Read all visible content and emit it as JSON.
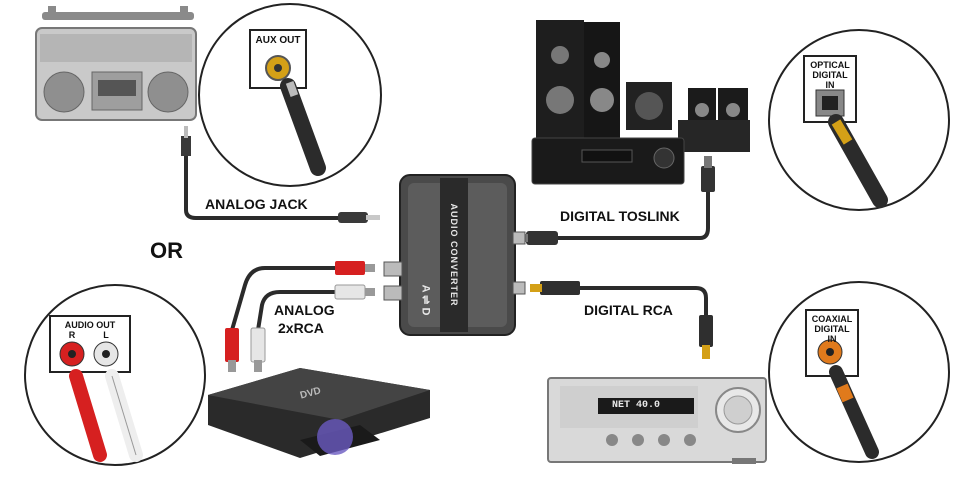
{
  "labels": {
    "analog_jack": "ANALOG JACK",
    "or": "OR",
    "analog": "ANALOG",
    "two_rca": "2xRCA",
    "digital_toslink": "DIGITAL TOSLINK",
    "digital_rca": "DIGITAL RCA"
  },
  "callouts": {
    "aux_out": "AUX OUT",
    "optical": [
      "OPTICAL",
      "DIGITAL",
      "IN"
    ],
    "coaxial": [
      "COAXIAL",
      "DIGITAL",
      "IN"
    ],
    "audio_out": "AUDIO  OUT",
    "audio_out_r": "R",
    "audio_out_l": "L"
  },
  "converter": {
    "text": "AUDIO CONVERTER",
    "a_d": "A ⇌ D"
  },
  "devices": {
    "dvd_logo": "DVD",
    "receiver_display": "NET  40.0"
  },
  "colors": {
    "cable": "#2b2b2b",
    "rca_red": "#d62020",
    "rca_white": "#e6e6e6",
    "gold": "#d4a017",
    "toslink_orange": "#e07a1c"
  }
}
